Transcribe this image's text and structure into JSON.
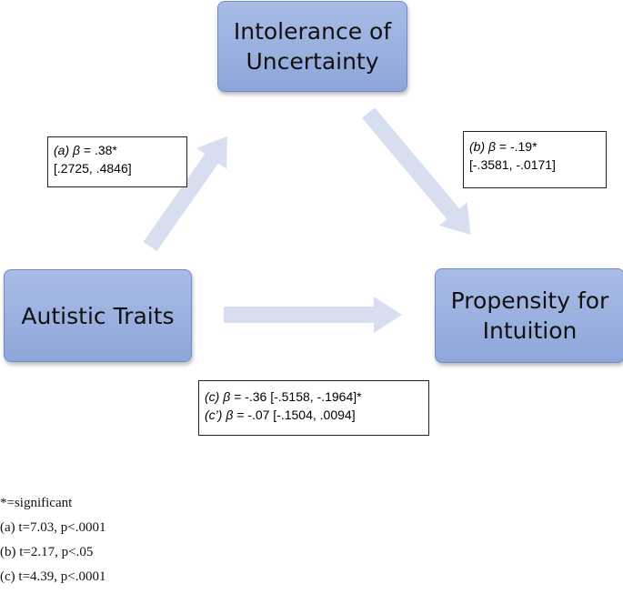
{
  "nodes": {
    "intolerance": {
      "line1": "Intolerance of",
      "line2": "Uncertainty"
    },
    "autistic": {
      "label": "Autistic Traits"
    },
    "propensity": {
      "line1": "Propensity for",
      "line2": "Intuition"
    }
  },
  "paths": {
    "a": {
      "prefix": "(a) ",
      "beta": "β",
      "value": " = .38*",
      "ci": "[.2725, .4846]"
    },
    "b": {
      "prefix": "(b) ",
      "beta": "β",
      "value": " = -.19*",
      "ci": "[-.3581, -.0171]"
    },
    "c": {
      "prefix": "(c) ",
      "beta": "β",
      "value": " = -.36 [-.5158, -.1964]*"
    },
    "c_prime": {
      "prefix": "(c’) ",
      "beta": "β",
      "value": " = -.07 [-.1504, .0094]"
    }
  },
  "notes": [
    "*=significant",
    "(a) t=7.03, p<.0001",
    "(b) t=2.17, p<.05",
    "(c) t=4.39, p<.0001"
  ],
  "colors": {
    "node_fill": "#99b0e0",
    "node_border": "#6f8cc9",
    "arrow_fill": "#d7deef"
  }
}
